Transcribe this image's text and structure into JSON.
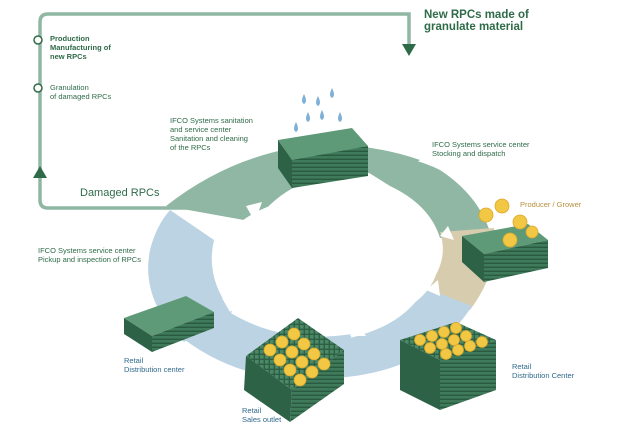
{
  "header": {
    "line1": "New RPCs made of",
    "line2": "granulate material"
  },
  "loop_items": [
    {
      "line1": "Production",
      "line2": "Manufacturing of",
      "line3": "new RPCs"
    },
    {
      "line1": "Granulation",
      "line2": "of damaged RPCs"
    }
  ],
  "damaged_label": "Damaged RPCs",
  "stations": {
    "sanitation": {
      "line1": "IFCO Systems sanitation",
      "line2": "and service center",
      "line3": "Sanitation and cleaning",
      "line4": "of the RPCs"
    },
    "stocking": {
      "line1": "IFCO Systems service center",
      "line2": "Stocking and dispatch"
    },
    "producer": {
      "line1": "Producer / Grower"
    },
    "pickup": {
      "line1": "IFCO Systems service center",
      "line2": "Pickup and inspection of RPCs"
    },
    "retail_dc_left": {
      "line1": "Retail",
      "line2": "Distribution center"
    },
    "retail_sales": {
      "line1": "Retail",
      "line2": "Sales outlet"
    },
    "retail_dc_right": {
      "line1": "Retail",
      "line2": "Distribution Center"
    }
  },
  "colors": {
    "green": "#2f6b49",
    "green_light": "#8fb7a3",
    "tan": "#d8ccae",
    "blue_light": "#bcd3e3",
    "crate": "#3f7a5a",
    "fruit": "#f2c744",
    "water": "#7fb0d8"
  },
  "icons": [
    "circular-flow-arrow",
    "water-drop-icon",
    "crate-icon",
    "fruit-icon"
  ]
}
